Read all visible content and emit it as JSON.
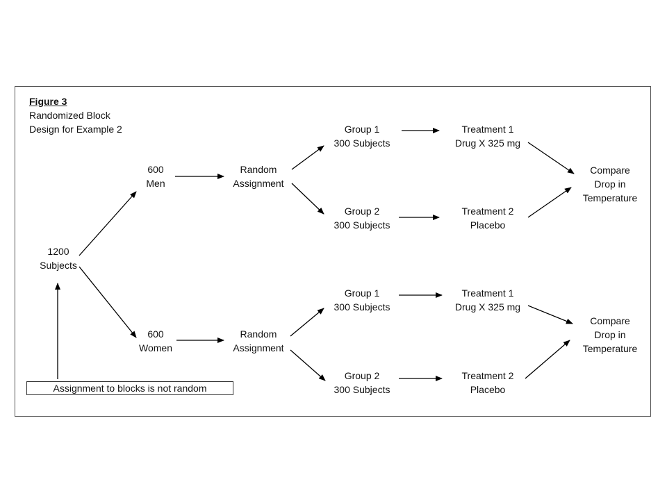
{
  "figure": {
    "label": "Figure 3",
    "title_line1": "Randomized Block",
    "title_line2": "Design for Example 2"
  },
  "root": {
    "line1": "1200",
    "line2": "Subjects"
  },
  "note": "Assignment to blocks is not random",
  "blocks": [
    {
      "block": {
        "line1": "600",
        "line2": "Men"
      },
      "assignment": {
        "line1": "Random",
        "line2": "Assignment"
      },
      "group1": {
        "line1": "Group 1",
        "line2": "300 Subjects"
      },
      "group2": {
        "line1": "Group 2",
        "line2": "300 Subjects"
      },
      "treatment1": {
        "line1": "Treatment 1",
        "line2": "Drug X 325 mg"
      },
      "treatment2": {
        "line1": "Treatment 2",
        "line2": "Placebo"
      },
      "compare": {
        "line1": "Compare",
        "line2": "Drop in",
        "line3": "Temperature"
      }
    },
    {
      "block": {
        "line1": "600",
        "line2": "Women"
      },
      "assignment": {
        "line1": "Random",
        "line2": "Assignment"
      },
      "group1": {
        "line1": "Group 1",
        "line2": "300 Subjects"
      },
      "group2": {
        "line1": "Group 2",
        "line2": "300 Subjects"
      },
      "treatment1": {
        "line1": "Treatment 1",
        "line2": "Drug X 325 mg"
      },
      "treatment2": {
        "line1": "Treatment 2",
        "line2": "Placebo"
      },
      "compare": {
        "line1": "Compare",
        "line2": "Drop in",
        "line3": "Temperature"
      }
    }
  ]
}
